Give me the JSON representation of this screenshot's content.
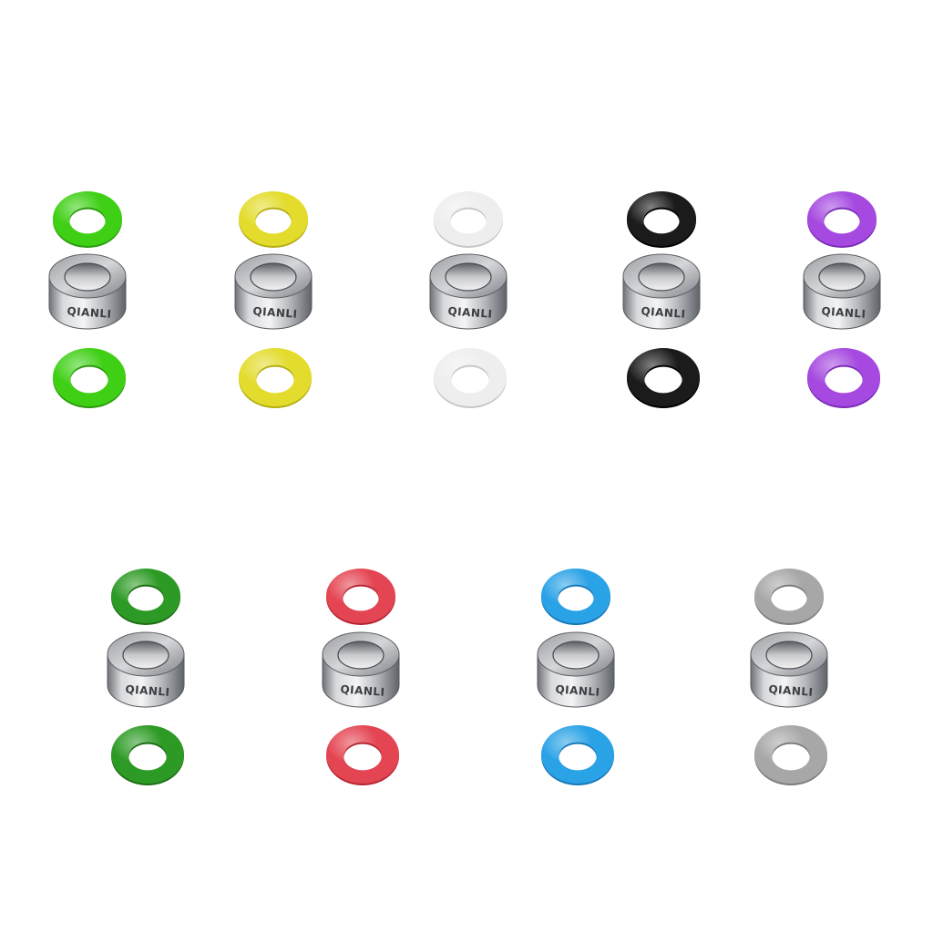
{
  "brand_text": "QIANLI",
  "kits": [
    {
      "id": "green",
      "color": "#3fd016",
      "dark": "#2a9a0c"
    },
    {
      "id": "yellow",
      "color": "#e3dc2c",
      "dark": "#b5ad12"
    },
    {
      "id": "white",
      "color": "#eeeeee",
      "dark": "#c7c7c7"
    },
    {
      "id": "black",
      "color": "#1b1b1b",
      "dark": "#000000"
    },
    {
      "id": "purple",
      "color": "#a549e0",
      "dark": "#7a2cb8"
    },
    {
      "id": "dark-green",
      "color": "#2c9a24",
      "dark": "#1d6e17"
    },
    {
      "id": "red",
      "color": "#e44552",
      "dark": "#b52633"
    },
    {
      "id": "blue",
      "color": "#2aa2e6",
      "dark": "#1778b8"
    },
    {
      "id": "gray",
      "color": "#a7a7a7",
      "dark": "#7c7c7c"
    }
  ]
}
